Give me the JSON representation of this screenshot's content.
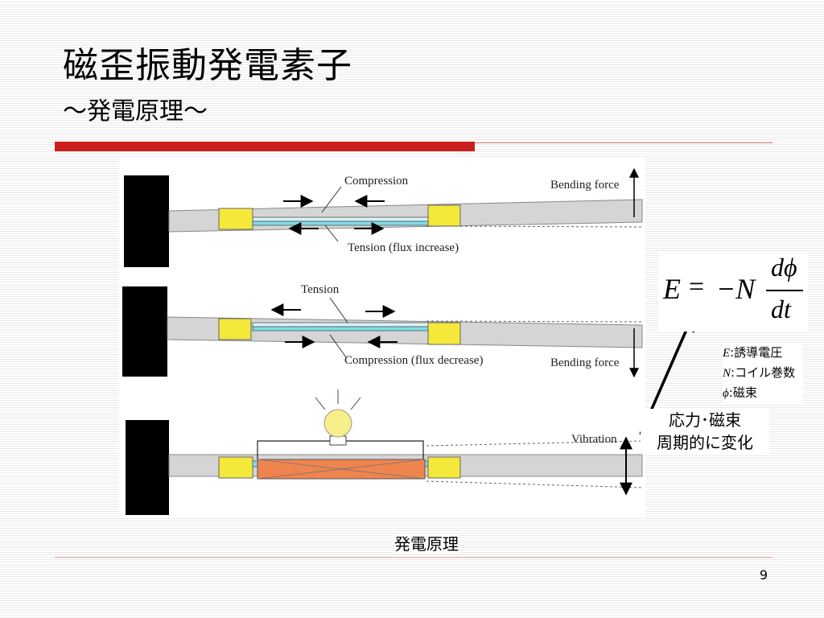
{
  "slide": {
    "title": "磁歪振動発電素子",
    "subtitle": "～発電原理～",
    "accent_color": "#cc1e1e",
    "caption": "発電原理",
    "page_number": "9"
  },
  "diagram": {
    "panel1": {
      "top_label": "Compression",
      "bottom_label": "Tension (flux increase)",
      "force_label": "Bending force"
    },
    "panel2": {
      "top_label": "Tension",
      "bottom_label": "Compression (flux decrease)",
      "force_label": "Bending force"
    },
    "panel3": {
      "label": "Vibration"
    }
  },
  "formula": {
    "lhs": "E",
    "eq": "=",
    "coef": "−N",
    "numerator": "dϕ",
    "denominator": "dt"
  },
  "legend": [
    {
      "symbol": "E",
      "text": ":誘導電圧"
    },
    {
      "symbol": "N",
      "text": ":コイル巻数"
    },
    {
      "symbol": "ϕ",
      "text": ":磁束"
    }
  ],
  "note": {
    "line1": "応力･磁束",
    "line2": "周期的に変化"
  }
}
